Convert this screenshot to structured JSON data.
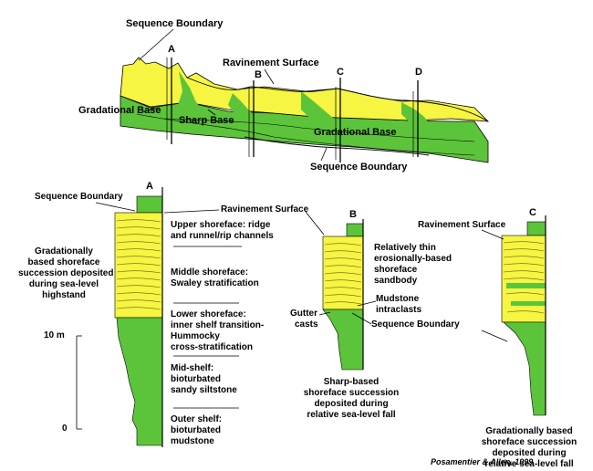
{
  "colors": {
    "yellow": "#f5f542",
    "green": "#5cc43a",
    "green_dark": "#3e9a2a",
    "line": "#000000"
  },
  "cross_section": {
    "wells": [
      "A",
      "B",
      "C",
      "D"
    ],
    "labels": {
      "sequence_boundary_top": "Sequence Boundary",
      "ravinement_surface": "Ravinement Surface",
      "gradational_base_left": "Gradational Base",
      "sharp_base": "Sharp Base",
      "gradational_base_right": "Gradational Base",
      "sequence_boundary_bottom": "Sequence Boundary"
    }
  },
  "log_a": {
    "well": "A",
    "sequence_boundary": "Sequence Boundary",
    "ravinement_surface": "Ravinement Surface",
    "facies": [
      {
        "line1": "Upper shoreface: ridge",
        "line2": "and runnel/rip channels",
        "line3": ""
      },
      {
        "line1": "Middle shoreface:",
        "line2": "Swaley stratification",
        "line3": ""
      },
      {
        "line1": "Lower shoreface:",
        "line2": "inner shelf transition-",
        "line3": "Hummocky",
        "line4": "cross-stratification"
      },
      {
        "line1": "Mid-shelf:",
        "line2": "bioturbated",
        "line3": "sandy siltstone"
      },
      {
        "line1": "Outer shelf:",
        "line2": "bioturbated",
        "line3": "mudstone"
      }
    ],
    "caption": [
      "Gradationally",
      "based shoreface",
      "succession deposited",
      "during sea-level",
      "highstand"
    ],
    "scale": {
      "top": "10 m",
      "bottom": "0"
    }
  },
  "log_b": {
    "well": "B",
    "ravinement_surface": "Ravinement Surface",
    "sandbody": [
      "Relatively thin",
      "erosionally-based",
      "shoreface",
      "sandbody"
    ],
    "intraclasts": [
      "Mudstone",
      "intraclasts"
    ],
    "gutter_casts": [
      "Gutter",
      "casts"
    ],
    "sequence_boundary": "Sequence Boundary",
    "caption": [
      "Sharp-based",
      "shoreface succession",
      "deposited during",
      "relative sea-level fall"
    ]
  },
  "log_c": {
    "well": "C",
    "ravinement_surface": "Ravinement Surface",
    "caption": [
      "Gradationally based",
      "shoreface succession",
      "deposited during",
      "relative sea-level fall"
    ]
  },
  "citation": "Posamentier & Allen, 1999"
}
